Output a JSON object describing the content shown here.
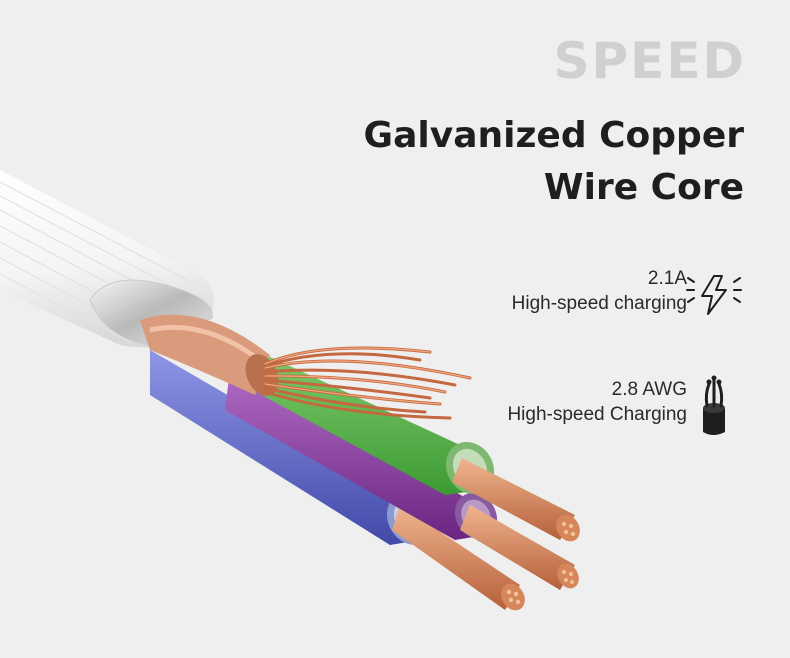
{
  "eyebrow": "SPEED",
  "headline": {
    "line1": "Galvanized Copper",
    "line2": "Wire Core"
  },
  "specs": [
    {
      "value": "2.1A",
      "label": "High-speed charging",
      "icon": "lightning-bolt-icon"
    },
    {
      "value": "2.8 AWG",
      "label": "High-speed Charging",
      "icon": "wire-bundle-icon"
    }
  ],
  "colors": {
    "background": "#efefef",
    "eyebrow": "#d0d0d0",
    "headline": "#1e1e1e",
    "copper": "#d07a4a",
    "green": "#5fbd4c",
    "blue": "#5f68c8",
    "purple": "#8a3da0",
    "jacket": "#ffffff"
  }
}
